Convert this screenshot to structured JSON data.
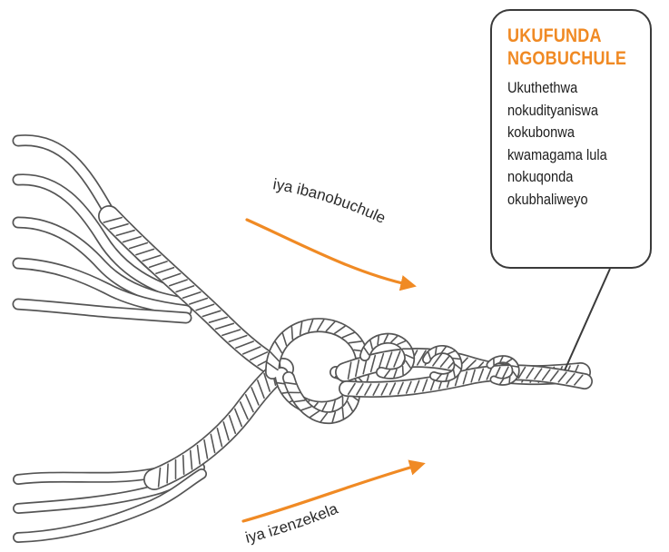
{
  "callout": {
    "title_lines": [
      "UKUFUNDA",
      "NGOBUCHULE"
    ],
    "body_lines": [
      "Ukuthethwa",
      "nokudityaniswa",
      "kokubonwa",
      "kwamagama lula",
      "nokuqonda",
      "okubhaliweyo"
    ]
  },
  "labels": {
    "upper_strand": "iya ibanobuchule",
    "lower_strand": "iya izenzekela"
  },
  "colors": {
    "accent": "#f08a24",
    "rope_outline": "#555555",
    "text": "#1e1e1e"
  }
}
